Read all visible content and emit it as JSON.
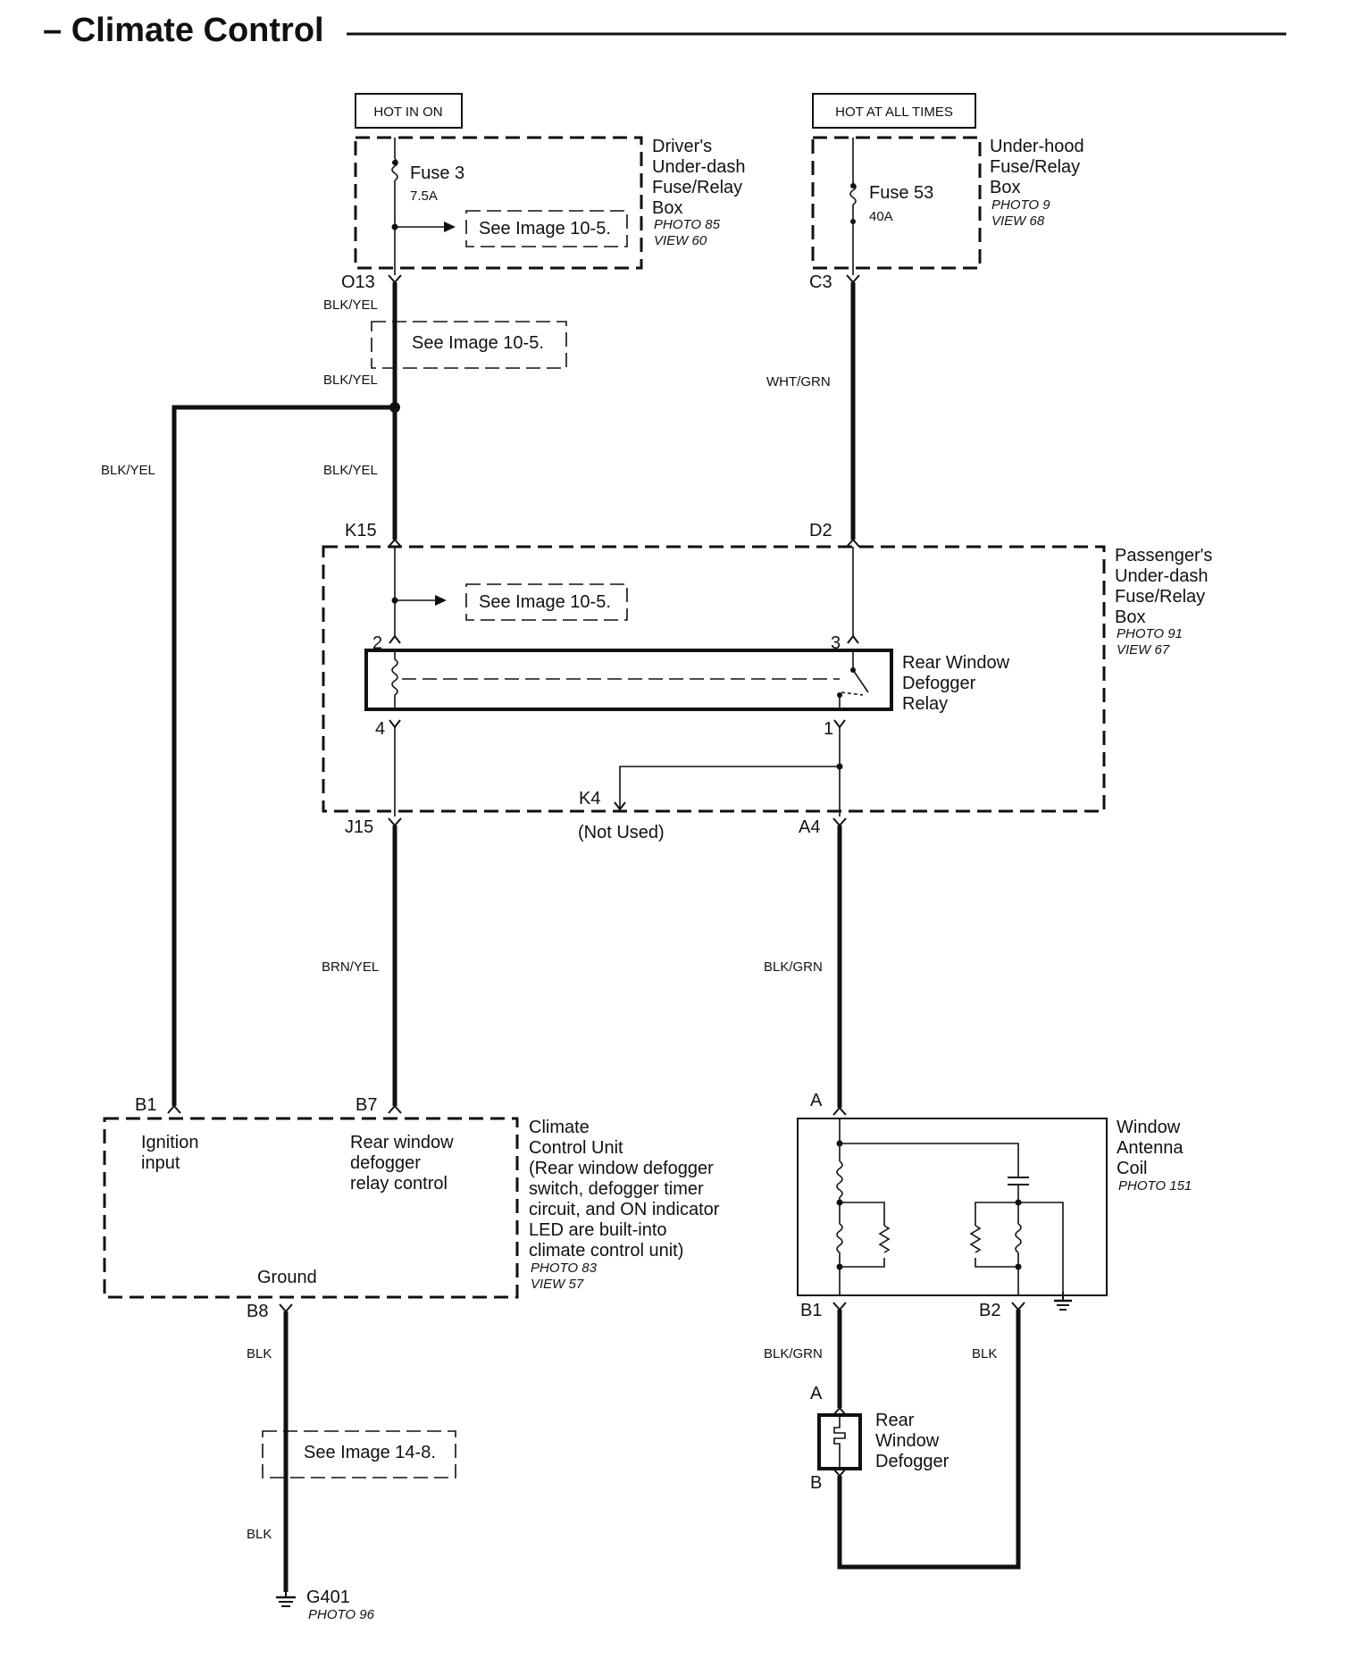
{
  "title": "– Climate Control",
  "power": {
    "hot_in_on": "HOT IN ON",
    "hot_at_all_times": "HOT AT ALL TIMES"
  },
  "drivers_box": {
    "name": [
      "Driver's",
      "Under-dash",
      "Fuse/Relay",
      "Box"
    ],
    "photo": "PHOTO 85",
    "view": "VIEW 60",
    "fuse": "Fuse 3",
    "rating": "7.5A",
    "ref": "See Image 10-5."
  },
  "underhood_box": {
    "name": [
      "Under-hood",
      "Fuse/Relay",
      "Box"
    ],
    "photo": "PHOTO 9",
    "view": "VIEW 68",
    "fuse": "Fuse 53",
    "rating": "40A"
  },
  "passengers_box": {
    "name": [
      "Passenger's",
      "Under-dash",
      "Fuse/Relay",
      "Box"
    ],
    "photo": "PHOTO 91",
    "view": "VIEW 67",
    "ref": "See Image 10-5."
  },
  "relay": {
    "name": [
      "Rear Window",
      "Defogger",
      "Relay"
    ],
    "pins": [
      "2",
      "3",
      "4",
      "1"
    ]
  },
  "connectors": {
    "o13": "O13",
    "c3": "C3",
    "k15": "K15",
    "d2": "D2",
    "j15": "J15",
    "a4": "A4",
    "k4": "K4",
    "not_used": "(Not Used)",
    "b1": "B1",
    "b7": "B7",
    "b8": "B8",
    "ant_a": "A",
    "ant_b1": "B1",
    "ant_b2": "B2",
    "def_a": "A",
    "def_b": "B",
    "g401": "G401",
    "g401_photo": "PHOTO 96"
  },
  "wires": {
    "blk_yel": "BLK/YEL",
    "wht_grn": "WHT/GRN",
    "brn_yel": "BRN/YEL",
    "blk_grn": "BLK/GRN",
    "blk": "BLK"
  },
  "refs": {
    "ref_10_5": "See Image 10-5.",
    "ref_14_8": "See Image 14-8."
  },
  "climate_unit": {
    "name": [
      "Climate",
      "Control Unit",
      "(Rear window defogger",
      "switch, defogger timer",
      "circuit, and ON indicator",
      "LED are built-into",
      "climate control unit)"
    ],
    "photo": "PHOTO 83",
    "view": "VIEW 57",
    "ignition": [
      "Ignition",
      "input"
    ],
    "relay_ctrl": [
      "Rear window",
      "defogger",
      "relay control"
    ],
    "ground": "Ground"
  },
  "antenna": {
    "name": [
      "Window",
      "Antenna",
      "Coil"
    ],
    "photo": "PHOTO 151"
  },
  "defogger": {
    "name": [
      "Rear",
      "Window",
      "Defogger"
    ]
  }
}
